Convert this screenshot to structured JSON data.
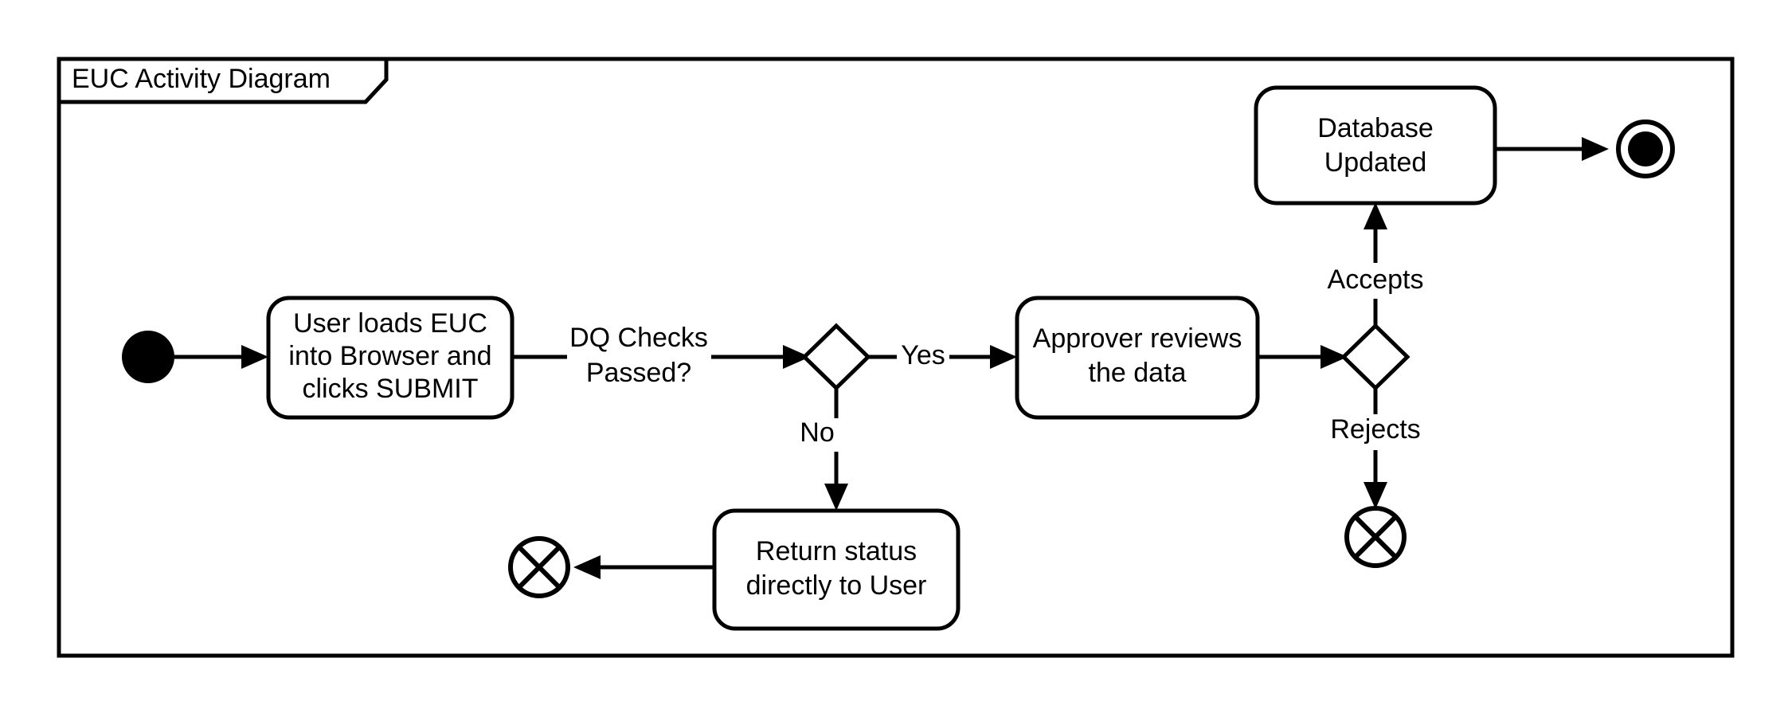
{
  "diagram": {
    "frame_title": "EUC Activity Diagram",
    "type": "uml-activity-diagram",
    "nodes": [
      {
        "id": "initial",
        "kind": "initial-node",
        "label": ""
      },
      {
        "id": "act_load",
        "kind": "action",
        "label_lines": [
          "User loads EUC",
          "into Browser and",
          "clicks SUBMIT"
        ]
      },
      {
        "id": "dec_dq",
        "kind": "decision",
        "label": ""
      },
      {
        "id": "act_review",
        "kind": "action",
        "label_lines": [
          "Approver reviews",
          "the data"
        ]
      },
      {
        "id": "dec_approval",
        "kind": "decision",
        "label": ""
      },
      {
        "id": "act_db",
        "kind": "action",
        "label_lines": [
          "Database",
          "Updated"
        ]
      },
      {
        "id": "final",
        "kind": "activity-final-node",
        "label": ""
      },
      {
        "id": "act_return",
        "kind": "action",
        "label_lines": [
          "Return status",
          "directly to User"
        ]
      },
      {
        "id": "flow_final_user",
        "kind": "flow-final-node",
        "label": ""
      },
      {
        "id": "flow_final_reject",
        "kind": "flow-final-node",
        "label": ""
      }
    ],
    "edges": [
      {
        "from": "initial",
        "to": "act_load",
        "label": ""
      },
      {
        "from": "act_load",
        "to": "dec_dq",
        "label_lines": [
          "DQ Checks",
          "Passed?"
        ]
      },
      {
        "from": "dec_dq",
        "to": "act_review",
        "label": "Yes"
      },
      {
        "from": "dec_dq",
        "to": "act_return",
        "label": "No"
      },
      {
        "from": "act_review",
        "to": "dec_approval",
        "label": ""
      },
      {
        "from": "dec_approval",
        "to": "act_db",
        "label": "Accepts"
      },
      {
        "from": "dec_approval",
        "to": "flow_final_reject",
        "label": "Rejects"
      },
      {
        "from": "act_db",
        "to": "final",
        "label": ""
      },
      {
        "from": "act_return",
        "to": "flow_final_user",
        "label": ""
      }
    ]
  },
  "labels": {
    "frame_title": "EUC Activity Diagram",
    "act_load_l1": "User loads EUC",
    "act_load_l2": "into Browser and",
    "act_load_l3": "clicks SUBMIT",
    "edge_dq_l1": "DQ Checks",
    "edge_dq_l2": "Passed?",
    "edge_yes": "Yes",
    "edge_no": "No",
    "act_review_l1": "Approver reviews",
    "act_review_l2": "the data",
    "edge_accepts": "Accepts",
    "edge_rejects": "Rejects",
    "act_db_l1": "Database",
    "act_db_l2": "Updated",
    "act_return_l1": "Return status",
    "act_return_l2": "directly to User"
  },
  "colors": {
    "stroke": "#000000",
    "fill": "#ffffff",
    "background": "#ffffff"
  }
}
